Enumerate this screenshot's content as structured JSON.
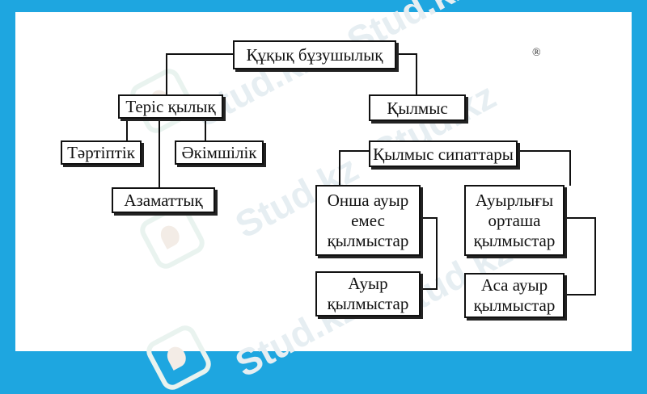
{
  "diagram": {
    "root": "Құқық бұзушылық",
    "misconduct": "Теріс қылық",
    "crime": "Қылмыс",
    "disciplinary": "Тәртіптік",
    "administrative": "Әкімшілік",
    "civil": "Азаматтық",
    "crime_categories": "Қылмыс сипаттары",
    "not_grave": [
      "Онша ауыр",
      "емес",
      "қылмыстар"
    ],
    "medium": [
      "Ауырлығы",
      "орташа",
      "қылмыстар"
    ],
    "grave": [
      "Ауыр",
      "қылмыстар"
    ],
    "especially_grave": [
      "Аса ауыр",
      "қылмыстар"
    ]
  },
  "watermark": {
    "text": "Stud.kz"
  },
  "page_marks": {
    "top_right": "®"
  }
}
